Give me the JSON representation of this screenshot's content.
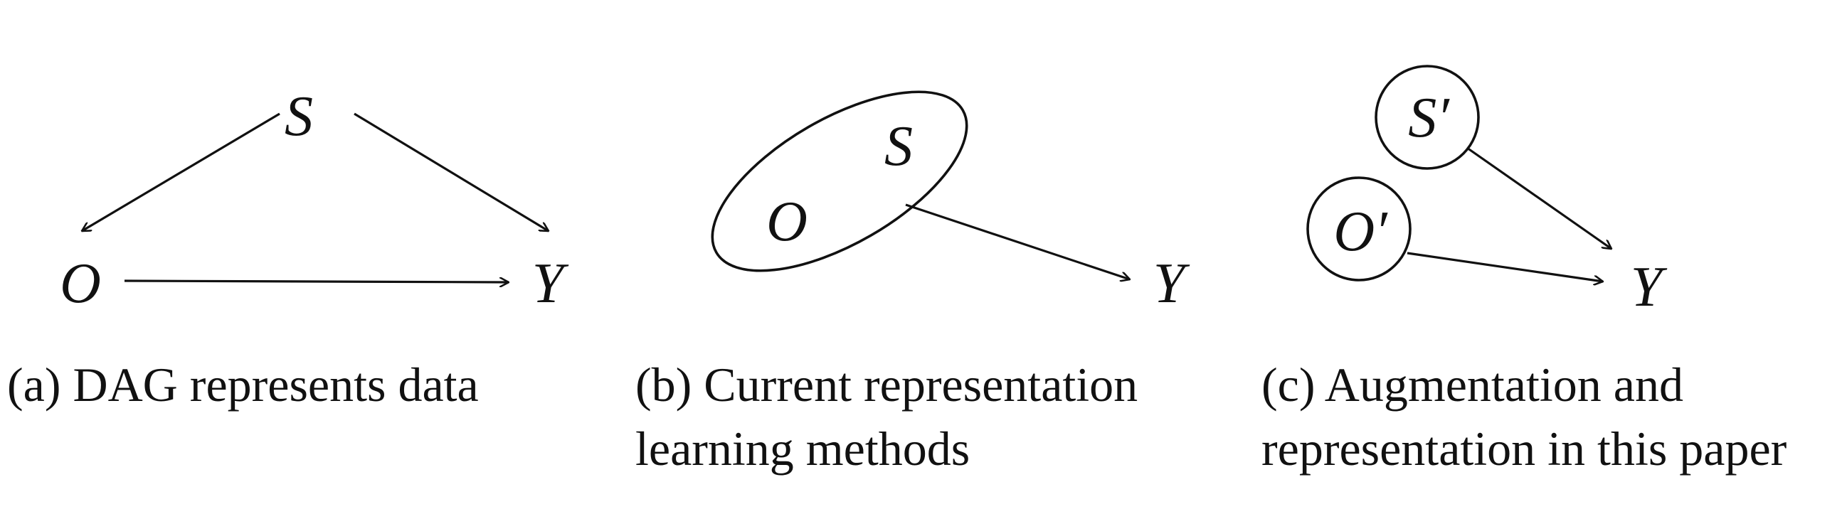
{
  "panels": {
    "a": {
      "caption": "(a) DAG represents data",
      "nodes": {
        "s": "S",
        "o": "O",
        "y": "Y"
      }
    },
    "b": {
      "caption_line1": "(b) Current representation",
      "caption_line2": "learning methods",
      "nodes": {
        "o": "O",
        "s": "S",
        "y": "Y"
      }
    },
    "c": {
      "caption_line1": "(c) Augmentation and",
      "caption_line2": "representation in this paper",
      "nodes": {
        "s": "S′",
        "o": "O′",
        "y": "Y"
      }
    }
  }
}
